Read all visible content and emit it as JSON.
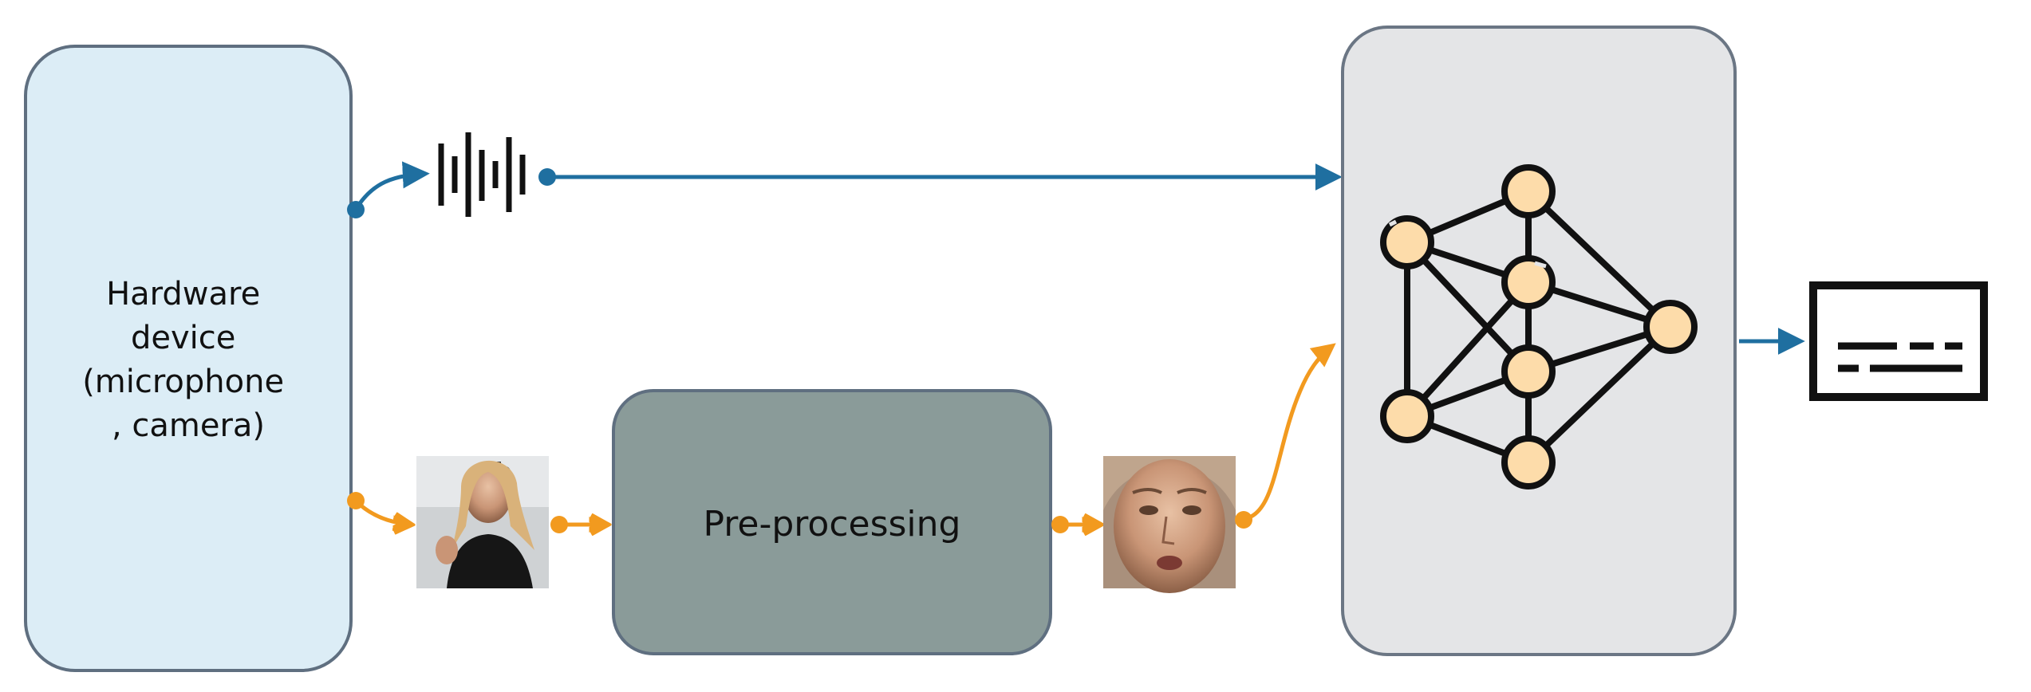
{
  "hardware_box": {
    "label_lines": [
      "Hardware",
      "device",
      "(microphone",
      ", camera)"
    ],
    "fill": "#dcedf6",
    "stroke": "#5f6f80"
  },
  "preprocessing_box": {
    "label": "Pre-processing",
    "fill": "#8a9b99",
    "stroke": "#5f6f80"
  },
  "model_box": {
    "fill": "#e4e5e7",
    "stroke": "#6b7684"
  },
  "colors": {
    "audio_path": "#1f6fa0",
    "video_path": "#f29a1f",
    "node_fill": "#fddcaa",
    "node_stroke": "#111111"
  },
  "icons": {
    "audio": "audio-waveform-icon",
    "video_frame": "speaker-video-frame-icon",
    "cropped_face": "cropped-face-icon",
    "network": "neural-network-icon",
    "output": "subtitles-text-icon"
  }
}
